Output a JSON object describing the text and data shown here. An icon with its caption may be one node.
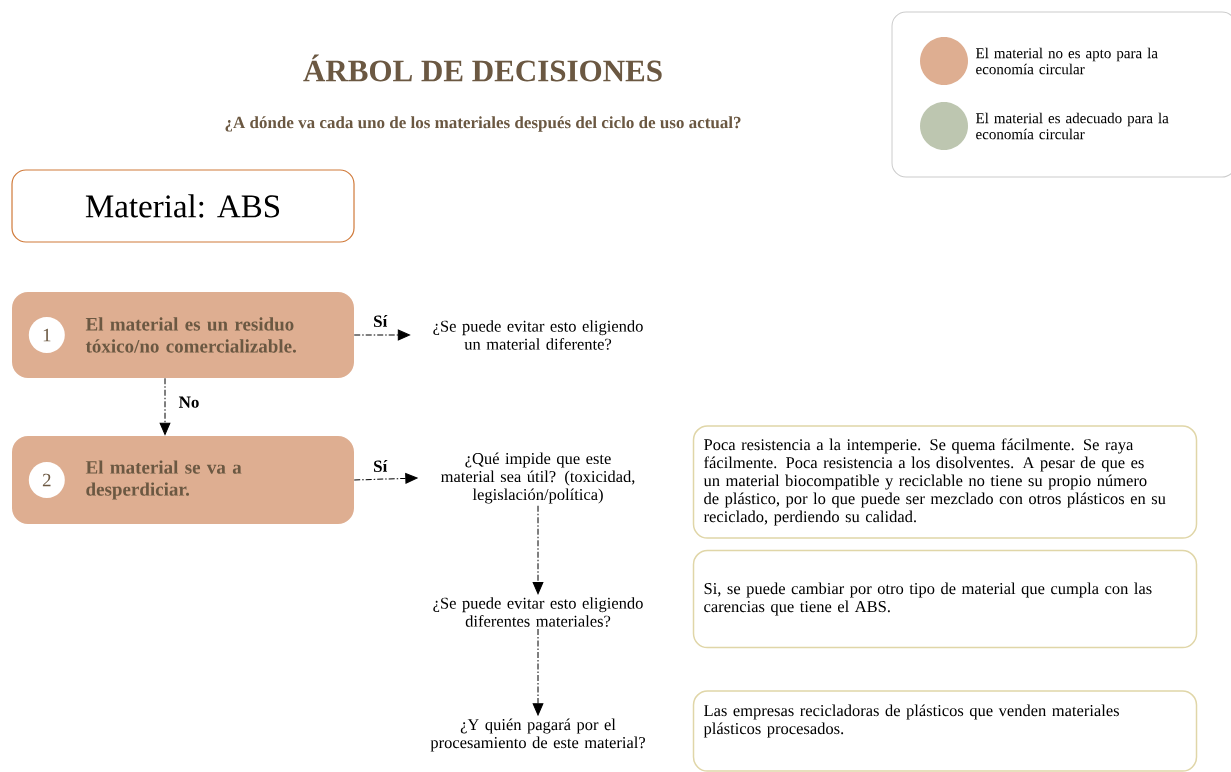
{
  "diagram": {
    "title": "ÁRBOL DE DECISIONES",
    "nodes": [
      {
        "text": [
          "Material: ABS"
        ]
      },
      {
        "text": [
          "El material es un residuo tóxico/no comercializable."
        ]
      },
      {
        "text": [
          "1"
        ],
        "in": 1
      },
      {
        "text": [
          "¿Se puede evitar esto eligiendo un material diferente?"
        ]
      },
      {
        "text": [
          "El material se va a desperdiciar."
        ]
      },
      {
        "text": [
          "2"
        ],
        "in": 4
      },
      {
        "text": [
          "¿Qué impide que este material sea útil? (toxicidad, legislación/política)"
        ]
      },
      {
        "text": [
          "Poca resistencia a la intemperie. Se quema fácilmente. Se raya fácilmente. Poca resistencia a los disolventes.  A pesar de que es un material biocompatible y reciclable no tiene su propio número de plástico, por lo que puede ser mezclado con otros plásticos en su reciclado, perdiendo su calidad."
        ]
      },
      {
        "text": [
          "¿Se puede evitar esto eligiendo diferentes materiales?"
        ]
      },
      {
        "text": [
          "Si, se puede cambiar por otro tipo de material que cumpla con las carencias que tiene el ABS."
        ]
      },
      {
        "text": [
          "¿Y quién pagará por el procesamiento de este material?"
        ]
      },
      {
        "text": [
          "Las empresas recicladoras de plásticos que venden materiales plásticos procesados."
        ]
      }
    ],
    "edges": [
      {
        "from": 1,
        "to": 3,
        "arrow": "to",
        "label": "Sí",
        "style": "dashed"
      },
      {
        "from": 1,
        "to": 4,
        "arrow": "to",
        "label": "No",
        "style": "dashed"
      },
      {
        "from": 4,
        "to": 6,
        "arrow": "to",
        "label": "Sí",
        "style": "dashed"
      },
      {
        "from": 6,
        "to": 8,
        "arrow": "to",
        "style": "dashed"
      },
      {
        "from": 8,
        "to": 10,
        "arrow": "to",
        "style": "dashed"
      }
    ],
    "labels": [
      "¿A dónde va cada uno de los materiales después del ciclo de uso actual?"
    ],
    "legend": [
      {
        "text": "El material no es apto para la economía circular",
        "color": "#deae91"
      },
      {
        "text": "El material es adecuado para la economía circular",
        "color": "#bdc6b0"
      }
    ]
  }
}
